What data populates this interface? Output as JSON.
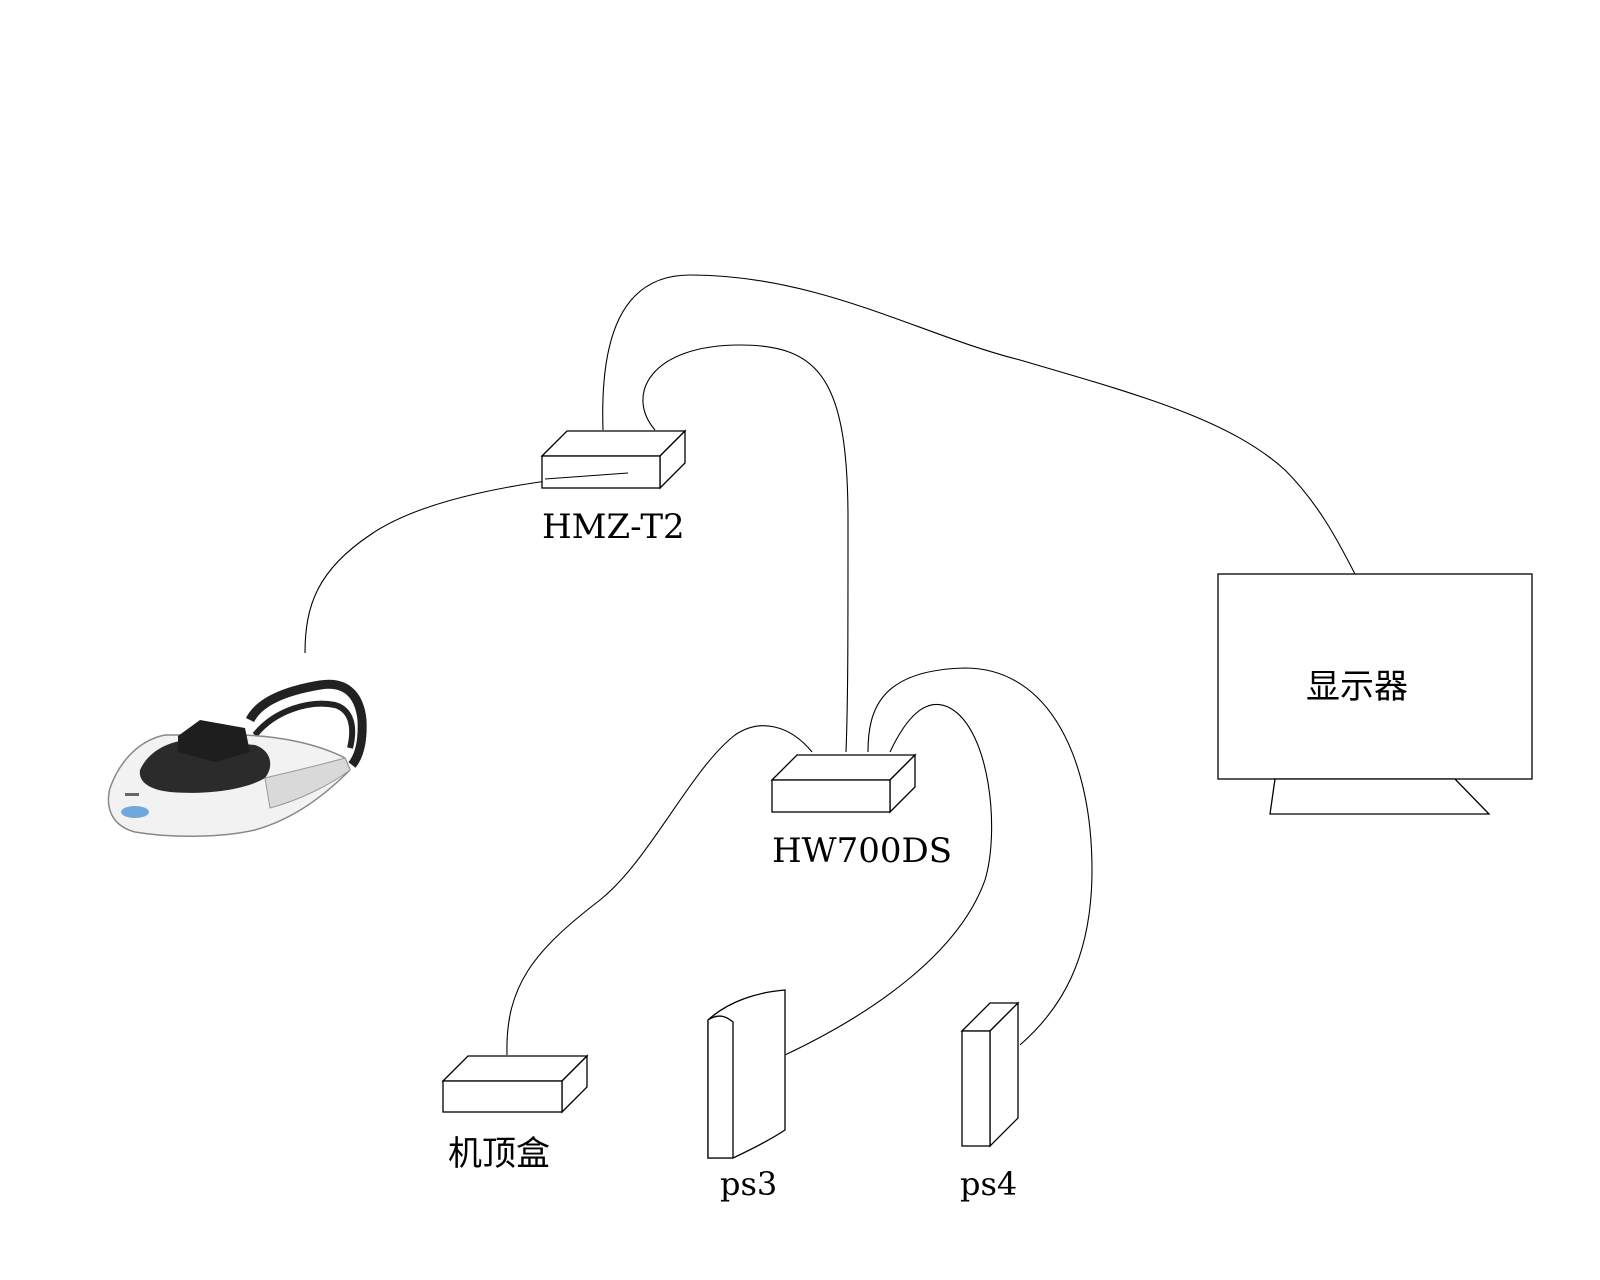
{
  "nodes": {
    "hmz": {
      "label": "HMZ-T2"
    },
    "hw700": {
      "label": "HW700DS"
    },
    "stb": {
      "label": "机顶盒"
    },
    "ps3": {
      "label": "ps3"
    },
    "ps4": {
      "label": "ps4"
    },
    "display": {
      "label": "显示器"
    },
    "headset": {
      "icon": "vr-headset-icon"
    }
  },
  "colors": {
    "line": "#000000",
    "background": "#ffffff",
    "headset_body": "#f2f2f2",
    "headset_dark": "#222222",
    "headset_accent": "#6fa8dc"
  }
}
